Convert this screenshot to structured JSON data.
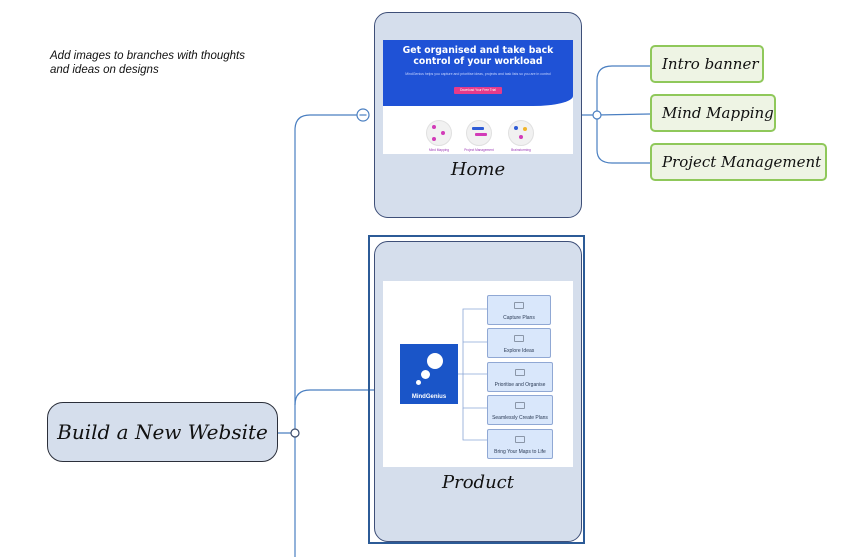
{
  "note": {
    "line1": "Add images to branches with thoughts",
    "line2": "and ideas on designs"
  },
  "root": {
    "label": "Build a New Website"
  },
  "home": {
    "label": "Home",
    "hero_title_line1": "Get organised and take back",
    "hero_title_line2": "control of your workload",
    "hero_subtitle": "MindGenius helps you capture and prioritise ideas, projects and task lists so you are in control",
    "hero_button": "Download Your Free Trial",
    "features": [
      "Mind Mapping",
      "Project Management",
      "Brainstorming"
    ],
    "branches": [
      "Intro banner",
      "Mind Mapping",
      "Project Management"
    ]
  },
  "product": {
    "label": "Product",
    "brand": "MindGenius",
    "items": [
      "Capture Plans",
      "Explore Ideas",
      "Prioritise and Organise",
      "Seamlessly Create Plans",
      "Bring Your Maps to Life"
    ]
  },
  "colors": {
    "card_fill": "#d5deec",
    "branch_border": "#8fc85a",
    "connector": "#4a7fc1",
    "hero_blue": "#1f52d6",
    "cta_pink": "#e63b8a"
  },
  "icons": [
    "collapse-icon",
    "connector-node-icon"
  ]
}
